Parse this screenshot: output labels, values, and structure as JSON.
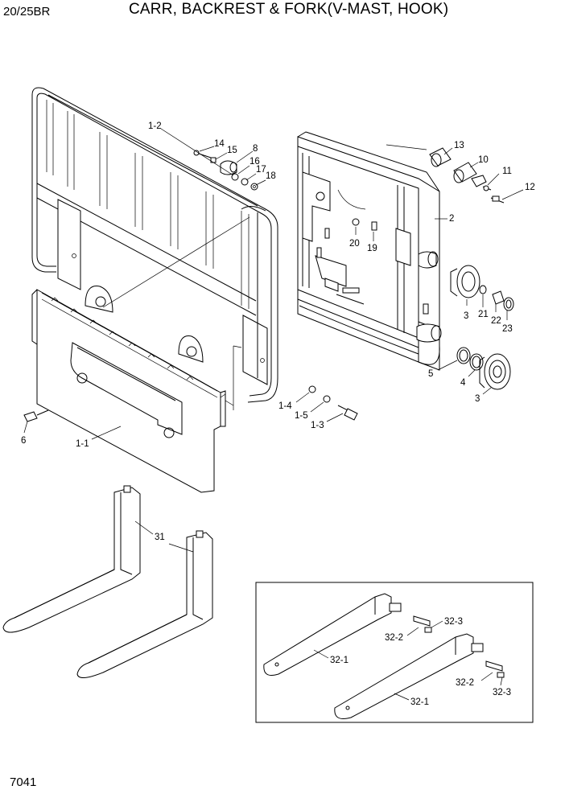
{
  "header": {
    "model": "20/25BR",
    "title": "CARR, BACKREST & FORK(V-MAST, HOOK)"
  },
  "footer": {
    "page_number": "7041"
  },
  "callouts": {
    "c1_2": "1-2",
    "c14": "14",
    "c15": "15",
    "c8": "8",
    "c16": "16",
    "c17": "17",
    "c18": "18",
    "c13": "13",
    "c10": "10",
    "c11": "11",
    "c12": "12",
    "c2": "2",
    "c20": "20",
    "c19": "19",
    "c3a": "3",
    "c21": "21",
    "c22": "22",
    "c23": "23",
    "c5": "5",
    "c4": "4",
    "c3b": "3",
    "c1_4": "1-4",
    "c1_5": "1-5",
    "c1_3": "1-3",
    "c6": "6",
    "c1_1": "1-1",
    "c31": "31",
    "c32_3a": "32-3",
    "c32_2a": "32-2",
    "c32_1a": "32-1",
    "c32_2b": "32-2",
    "c32_3b": "32-3",
    "c32_1b": "32-1"
  }
}
